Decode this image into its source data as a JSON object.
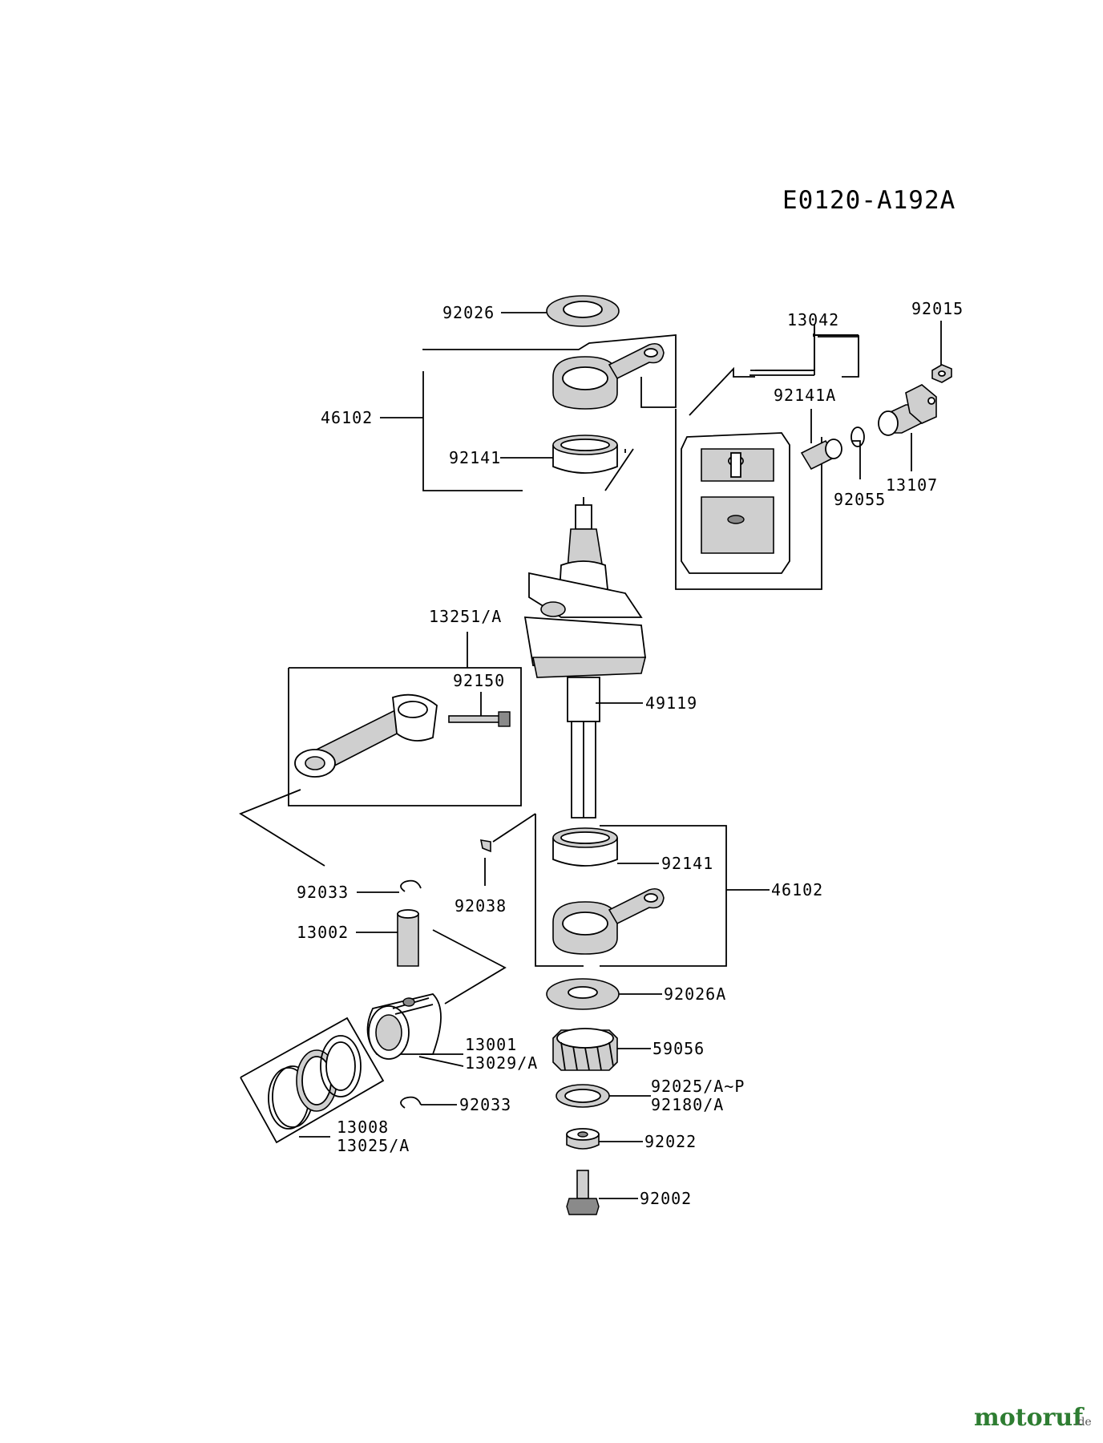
{
  "diagram": {
    "code": "E0120-A192A",
    "labels": {
      "p92026": "92026",
      "p46102_top": "46102",
      "p92141_top": "92141",
      "p13042": "13042",
      "p92015": "92015",
      "p92141A": "92141A",
      "p13107": "13107",
      "p92055": "92055",
      "p13251A": "13251/A",
      "p92150": "92150",
      "p49119": "49119",
      "p92038": "92038",
      "p92141_bottom": "92141",
      "p46102_bottom": "46102",
      "p92033_top": "92033",
      "p13002": "13002",
      "p92026A": "92026A",
      "p59056": "59056",
      "p13001": "13001",
      "p13029A": "13029/A",
      "p92025AP": "92025/A~P",
      "p92180A": "92180/A",
      "p92033_bottom": "92033",
      "p92022": "92022",
      "p13008": "13008",
      "p13025A": "13025/A",
      "p92002": "92002"
    }
  },
  "watermark": {
    "brand_main": "motoruf",
    "brand_tld": ".de"
  }
}
